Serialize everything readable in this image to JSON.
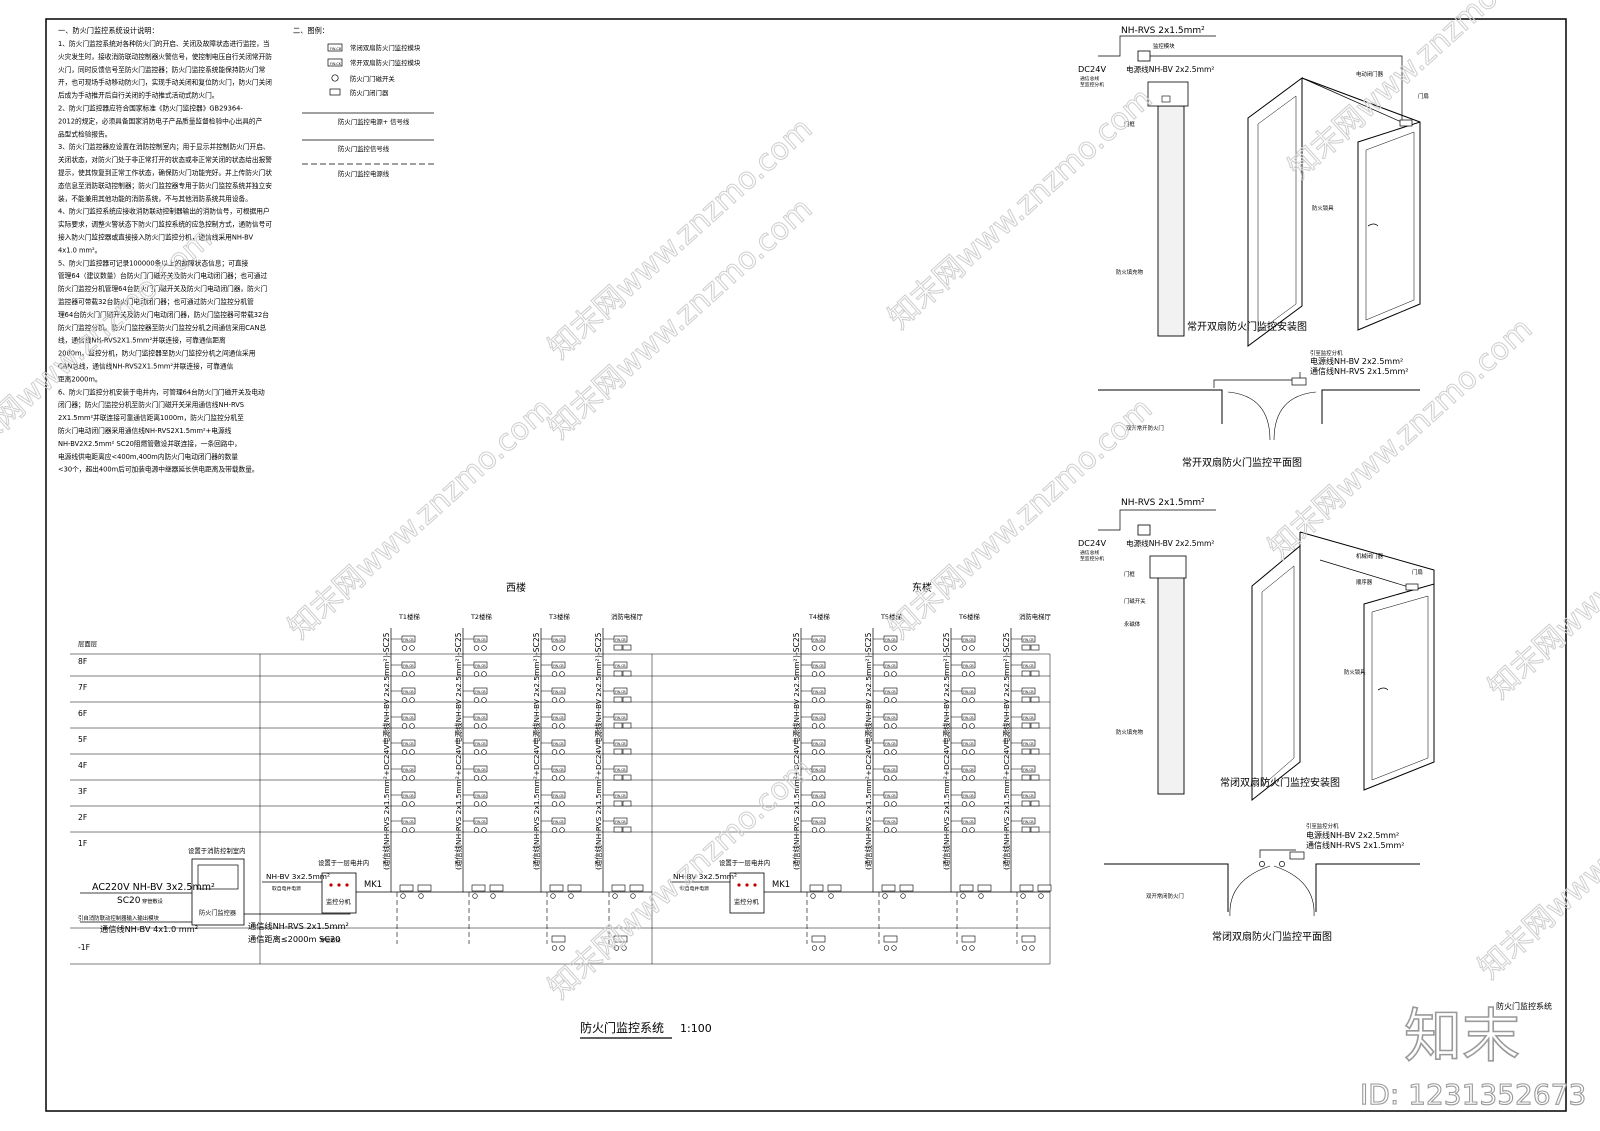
{
  "notes": {
    "heading": "一、防火门监控系统设计说明：",
    "lines": [
      "1、防火门监控系统对各种防火门的开启、关闭及故障状态进行监控，当",
      "火灾发生时，接收消防联动控制器火警信号，使控制电压自行关闭常开防",
      "火门，同时反馈信号至防火门监控器；防火门监控系统能保持防火门常",
      "开，也可现场手动移动防火门，实现手动关闭和复位防火门，防火门关闭",
      "后成为手动推开后自行关闭的手动推式活动式防火门。",
      "2、防火门监控器应符合国家标准《防火门监控器》GB29364-",
      "2012的规定，必须具备国家消防电子产品质量监督检验中心出具的产",
      "品型式检验报告。",
      "3、防火门监控器应设置在消防控制室内；用于显示并控制防火门开启、",
      "关闭状态，对防火门处于非正常打开的状态或非正常关闭的状态给出报警",
      "提示，使其恢复到正常工作状态，确保防火门功能完好。并上传防火门状",
      "态信息至消防联动控制器；防火门监控器专用于防火门监控系统并独立安",
      "装，不能兼用其他功能的消防系统，不与其他消防系统共用设备。",
      "4、防火门监控系统应接收消防联动控制器输出的消防信号，可根据用户",
      "实际要求，调整火警状态下防火门监控系统的应急控制方式，通防信号可",
      "接入防火门监控器或直接接入防火门监控分机，通信线采用NH-BV",
      "4x1.0 mm²。",
      "5、防火门监控器可记录100000条以上的故障状态信息；可直接",
      "管理64（建议数量）台防火门门磁开关及防火门电动闭门器；也可通过",
      "防火门监控分机管理64台防火门门磁开关及防火门电动闭门器，防火门",
      "监控器可带载32台防火门电动闭门器；也可通过防火门监控分机管",
      "理64台防火门门磁开关及防火门电动闭门器，防火门监控器可带载32台",
      "防火门监控分机。防火门监控器至防火门监控分机之间通信采用CAN总",
      "线，通信线NH-RVS2X1.5mm²并联连接，可靠通信距离",
      "2000m。监控分机，防火门监控器至防火门监控分机之间通信采用",
      "CAN总线，通信线NH-RVS2X1.5mm²并联连接，可靠通信",
      "距离2000m。",
      "6、防火门监控分机安装于电井内，可管理64台防火门门磁开关及电动",
      "闭门器；防火门监控分机至防火门门磁开关采用通信线NH-RVS",
      "2X1.5mm²并联连接可靠通信距离1000m，防火门监控分机至",
      "防火门电动闭门器采用通信线NH-RVS2X1.5mm²+电源线",
      "NH-BV2X2.5mm² SC20阻燃管敷设并联连接，一条回路中，",
      "电源线供电距离应<400m,400m内防火门电动闭门器的数量",
      "<30个，超出400m后可加装电源中继器延长供电距离及带载数量。"
    ]
  },
  "legend": {
    "title": "二、图例：",
    "symbols": [
      {
        "tag": "FW-CB",
        "label": "常闭双扇防火门监控模块"
      },
      {
        "tag": "FW-CK",
        "label": "常开双扇防火门监控模块"
      },
      {
        "tag": "",
        "label": "防火门门磁开关"
      },
      {
        "tag": "",
        "label": "防火门闭门器"
      }
    ],
    "lines": [
      "防火门监控电源+ 信号线",
      "防火门监控信号线",
      "防火门监控电源线"
    ]
  },
  "system": {
    "west_label": "西楼",
    "east_label": "东楼",
    "floor_header": "层面层",
    "floors": [
      "8F",
      "7F",
      "6F",
      "5F",
      "4F",
      "3F",
      "2F",
      "1F",
      "-1F"
    ],
    "columns": [
      {
        "name": "T1楼梯"
      },
      {
        "name": "T2楼梯"
      },
      {
        "name": "T3楼梯"
      },
      {
        "name": "消防电梯厅"
      },
      {
        "name": "T4楼梯"
      },
      {
        "name": "T5楼梯"
      },
      {
        "name": "T6楼梯"
      },
      {
        "name": "消防电梯厅"
      }
    ],
    "riser_top": ")-SC25",
    "riser_cable": "(通信线NH-RVS 2x1.5mm²+DC24V电源线NH-BV 2x2.5mm²",
    "module_tag": "FW-CB",
    "controller": {
      "location": "设置于消防控制室内",
      "label": "防火门监控器",
      "power": "AC220V NH-BV 3x2.5mm²",
      "power_pipe": "SC20",
      "power_note": "穿管敷设",
      "linkage": "引自消防联动控制器输入输出模块",
      "linkage_line": "通信线NH-BV 4x1.0 mm²",
      "comm": "通信线NH-RVS 2x1.5mm²",
      "comm_pipe": "通信距离≤2000m SC20",
      "comm_note": "穿管敷设"
    },
    "sub_west": {
      "location": "设置于一层电井内",
      "label": "监控分机",
      "power": "NH-BV 3x2.5mm²",
      "power_note": "取自电井电源",
      "mk": "MK1"
    },
    "sub_east": {
      "location": "设置于一层电井内",
      "label": "监控分机",
      "power": "NH-BV 3x2.5mm²",
      "power_note": "取自电井电源",
      "mk": "MK1"
    },
    "title": "防火门监控系统",
    "scale": "1:100"
  },
  "install_open": {
    "top_cable": "NH-RVS 2x1.5mm²",
    "module": "监控模块",
    "dc": "DC24V",
    "dc_note1": "通信总线",
    "dc_note2": "至监控分机",
    "power_cable": "电源线NH-BV 2x2.5mm²",
    "door_frame": "门框",
    "closer": "电动闭门器",
    "door_leaf": "门扇",
    "handle": "防火锁具",
    "filler": "防火填充物",
    "caption": "常开双扇防火门监控安装图"
  },
  "plan_open": {
    "from": "引至监控分机",
    "power": "电源线NH-BV 2x2.5mm²",
    "comm": "通信线NH-RVS 2x1.5mm²",
    "door": "双开常开防火门",
    "caption": "常开双扇防火门监控平面图"
  },
  "install_closed": {
    "top_cable": "NH-RVS 2x1.5mm²",
    "dc": "DC24V",
    "dc_note1": "通信总线",
    "dc_note2": "至监控分机",
    "power_cable": "电源线NH-BV 2x2.5mm²",
    "door_frame": "门框",
    "mag_switch": "门磁开关",
    "magnet": "永磁体",
    "closer": "机械闭门器",
    "door_leaf": "门扇",
    "sequencer": "顺序器",
    "handle": "防火锁具",
    "filler": "防火填充物",
    "caption": "常闭双扇防火门监控安装图"
  },
  "plan_closed": {
    "from": "引至监控分机",
    "power": "电源线NH-BV 2x2.5mm²",
    "comm": "通信线NH-RVS 2x1.5mm²",
    "door": "双开常闭防火门",
    "caption": "常闭双扇防火门监控平面图"
  },
  "titleblock": {
    "sheet": "防火门监控系统",
    "brand": "知末",
    "id": "ID: 1231352673"
  },
  "watermark": "知末网www.znzmo.com"
}
